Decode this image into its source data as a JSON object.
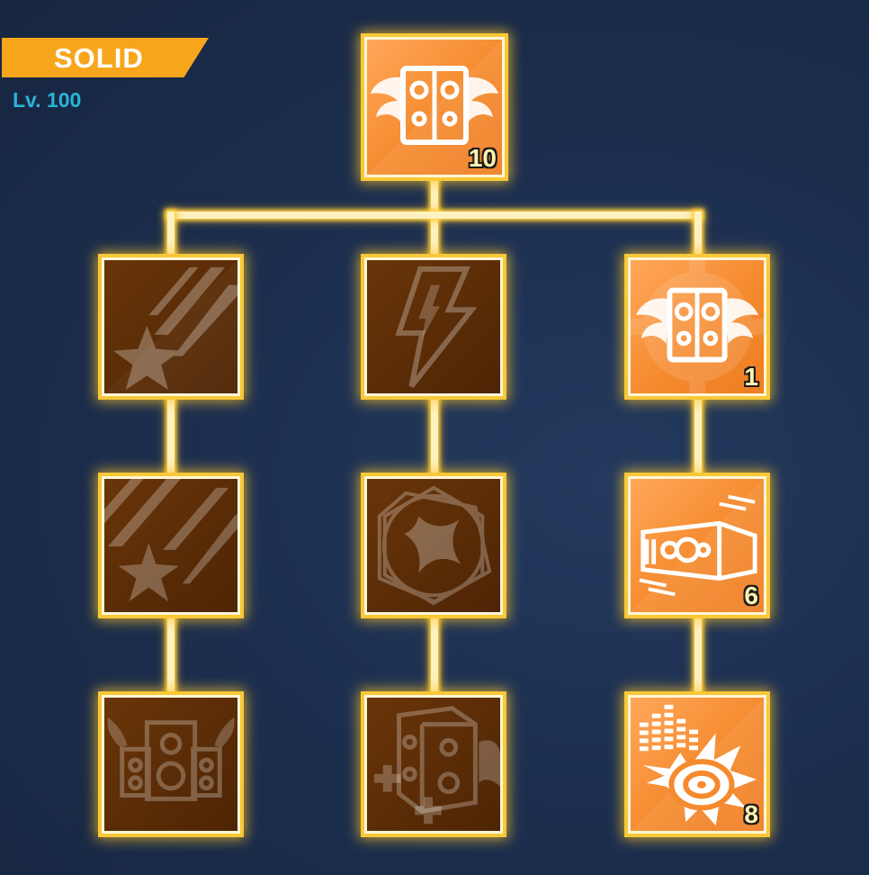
{
  "header": {
    "class_label": "SOLID",
    "level_text": "Lv. 100"
  },
  "colors": {
    "badge": "#f7a61c",
    "level_text": "#2ab3d6",
    "active_node": "#f58a2e",
    "inactive_node": "#5a2c07",
    "glow": "#ffd340"
  },
  "skill_tree": {
    "root": {
      "icon": "winged-speaker-icon",
      "active": true,
      "level": "10"
    },
    "left_column": [
      {
        "icon": "shooting-star-icon",
        "active": false
      },
      {
        "icon": "meteor-star-icon",
        "active": false
      },
      {
        "icon": "winged-speaker-stack-icon",
        "active": false
      }
    ],
    "middle_column": [
      {
        "icon": "lightning-bolt-icon",
        "active": false
      },
      {
        "icon": "diamond-star-icon",
        "active": false
      },
      {
        "icon": "speaker-plus-icon",
        "active": false
      }
    ],
    "right_column": [
      {
        "icon": "winged-speaker-gear-icon",
        "active": true,
        "level": "1"
      },
      {
        "icon": "amplifier-icon",
        "active": true,
        "level": "6"
      },
      {
        "icon": "equalizer-disc-icon",
        "active": true,
        "level": "8"
      }
    ]
  }
}
